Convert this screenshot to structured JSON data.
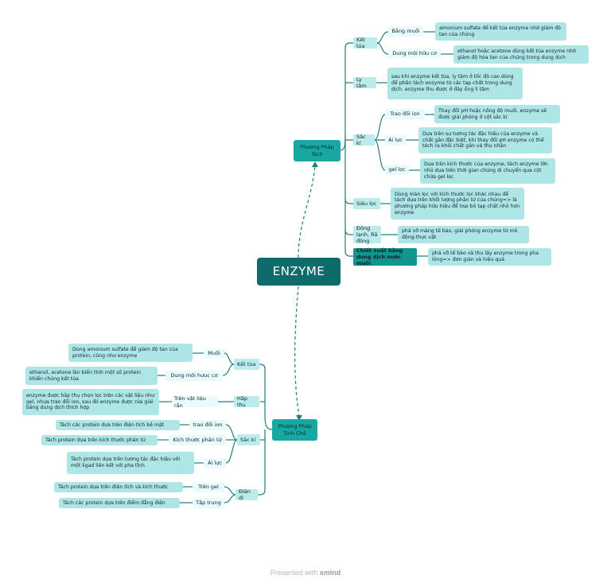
{
  "colors": {
    "root": "#0e6b6b",
    "main": "#19a7a3",
    "line": "#1f7f78"
  },
  "root": {
    "label": "ENZYME"
  },
  "top": {
    "label": "Phương Pháp Tách",
    "items": [
      {
        "label": "Kết tủa",
        "children": [
          {
            "label": "Bằng muối",
            "desc": "amonium sulfate để kết tủa enzyme nhờ giảm độ tan của chúng"
          },
          {
            "label": "Dung môi hữu cơ",
            "desc": "ethanol hoặc acetone dùng kết tủa enzyme nhờ giảm độ hòa tan của chúng trong dung dịch"
          }
        ]
      },
      {
        "label": "Ly tâm",
        "desc": "sau khi enzyme kết tủa, ly tâm ở tốc độ cao dùng để phân tách enzyme từ các tạp chất trong dung dịch. enzyme thu được ở đáy ống li tâm"
      },
      {
        "label": "Sắc kí",
        "children": [
          {
            "label": "Trao đổi ion",
            "desc": "Thay đổi pH hoặc nồng độ muối, enzyme sẽ được giải phóng ở cột sắc kí"
          },
          {
            "label": "Ái lực",
            "desc": "Dựa trên sự tương tác đặc hiệu của enzyme và chất gắn đặc biệt, khi thay đổi pH enzyme có thể tách ra khỏi chất gắn và thu nhận"
          },
          {
            "label": "gel lọc",
            "desc": "Dựa trên kích thước của enzyme, tách enzyme lớn nhỏ dựa trên thời gian chúng di chuyển qua cột chứa gel lọc"
          }
        ]
      },
      {
        "label": "Siêu lọc",
        "desc": "Dùng màn lọc với kích thước lọc khác nhau để tách dựa trên khối lượng phân tử của chúng=> là phương pháp hữu hiệu để loại bỏ tạp chất nhỏ hơn enzyme"
      },
      {
        "label": "Đông lạnh, Rã đông",
        "desc": "phá vỡ màng tế bào, giải phóng enzyme từ mô động-thực vật"
      },
      {
        "label": "Chiết xuất bằng dung dịch nước muối",
        "desc": "phá vỡ tế bào và thu lấy enzyme trong pha lỏng=> đơn giản và hiệu quả"
      }
    ]
  },
  "bottom": {
    "label": "Phương Pháp Tinh Chế",
    "items": [
      {
        "label": "Kết tủa",
        "children": [
          {
            "label": "Muối",
            "desc": "Dùng amonium sulfate để giảm độ tan của protein, cũng như enzyme"
          },
          {
            "label": "Dung môi hưuc cơ",
            "desc": "ethanol, acetone làn biến tính một số protein khiến chúng kết tủa"
          }
        ]
      },
      {
        "label": "Hấp thụ",
        "children": [
          {
            "label": "Trên vật liệu rắn",
            "desc": "enzyme được hấp thụ chọn lọc trên các vật liệu như gel, nhựa trao đổi ion, sau đó enzyme được rửa giải bằng dung dịch thích hợp"
          }
        ]
      },
      {
        "label": "Sắc kí",
        "children": [
          {
            "label": "trao đổi ion",
            "desc": "Tách các protein dựa trên điện tích bề mặt"
          },
          {
            "label": "Kích thước phân tử",
            "desc": "Tách protein dựa trên kích thước phân tử"
          },
          {
            "label": "Ái lực",
            "desc": "Tách protein dựa trên tương tác đặc hiệu với một ligad liên kết với pha tĩnh"
          }
        ]
      },
      {
        "label": "Điện di",
        "children": [
          {
            "label": "Trên gel",
            "desc": "Tách protein dựa trên điện tích và kích thước"
          },
          {
            "label": "Tập trung",
            "desc": "Tách các protein dựa trên điểm đẳng điện"
          }
        ]
      }
    ]
  },
  "footer": {
    "prefix": "Presented with",
    "brand": "xmind"
  }
}
